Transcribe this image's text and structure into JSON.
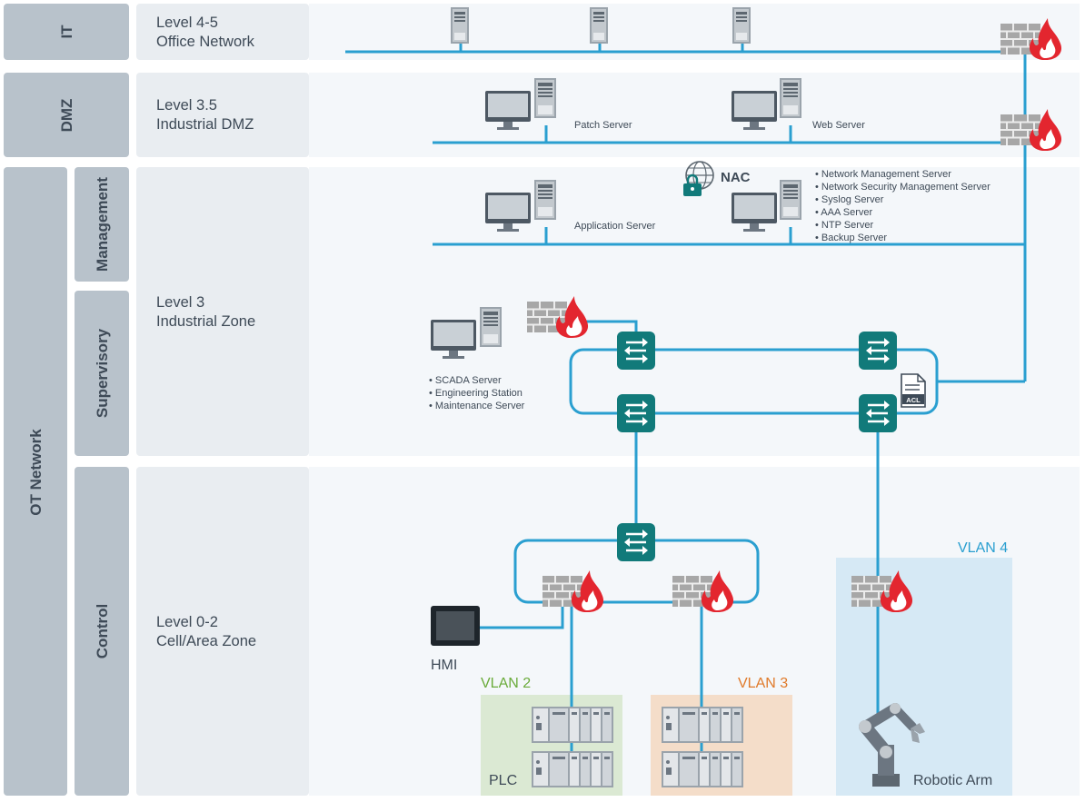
{
  "side_labels": {
    "it": "IT",
    "dmz": "DMZ",
    "ot_network": "OT Network",
    "management": "Management",
    "supervisory": "Supervisory",
    "control": "Control"
  },
  "levels": {
    "l45_line1": "Level 4-5",
    "l45_line2": "Office Network",
    "l35_line1": "Level 3.5",
    "l35_line2": "Industrial DMZ",
    "l3_line1": "Level 3",
    "l3_line2": "Industrial Zone",
    "l02_line1": "Level 0-2",
    "l02_line2": "Cell/Area Zone"
  },
  "dmz_servers": {
    "patch": "Patch Server",
    "web": "Web Server"
  },
  "management": {
    "app_server": "Application Server",
    "nac": "NAC",
    "server_list": [
      "• Network Management Server",
      "• Network Security Management Server",
      "• Syslog Server",
      "• AAA Server",
      "• NTP Server",
      "• Backup Server"
    ]
  },
  "supervisory": {
    "server_list": [
      "• SCADA Server",
      "• Engineering Station",
      "• Maintenance Server"
    ],
    "acl": "ACL"
  },
  "control": {
    "hmi": "HMI",
    "vlan2": "VLAN 2",
    "vlan3": "VLAN 3",
    "vlan4": "VLAN 4",
    "plc": "PLC",
    "robotic_arm": "Robotic Arm"
  },
  "colors": {
    "network_line": "#2a9fd0",
    "switch": "#117a7a",
    "firewall_flame": "#e3262f",
    "vlan2": "#6aab3a",
    "vlan3": "#e07a2a",
    "vlan4": "#2a9fd0"
  },
  "icons": [
    "server-tower-icon",
    "monitor-icon",
    "firewall-icon",
    "switch-icon",
    "acl-document-icon",
    "nac-globe-lock-icon",
    "hmi-panel-icon",
    "plc-rack-icon",
    "robotic-arm-icon"
  ]
}
